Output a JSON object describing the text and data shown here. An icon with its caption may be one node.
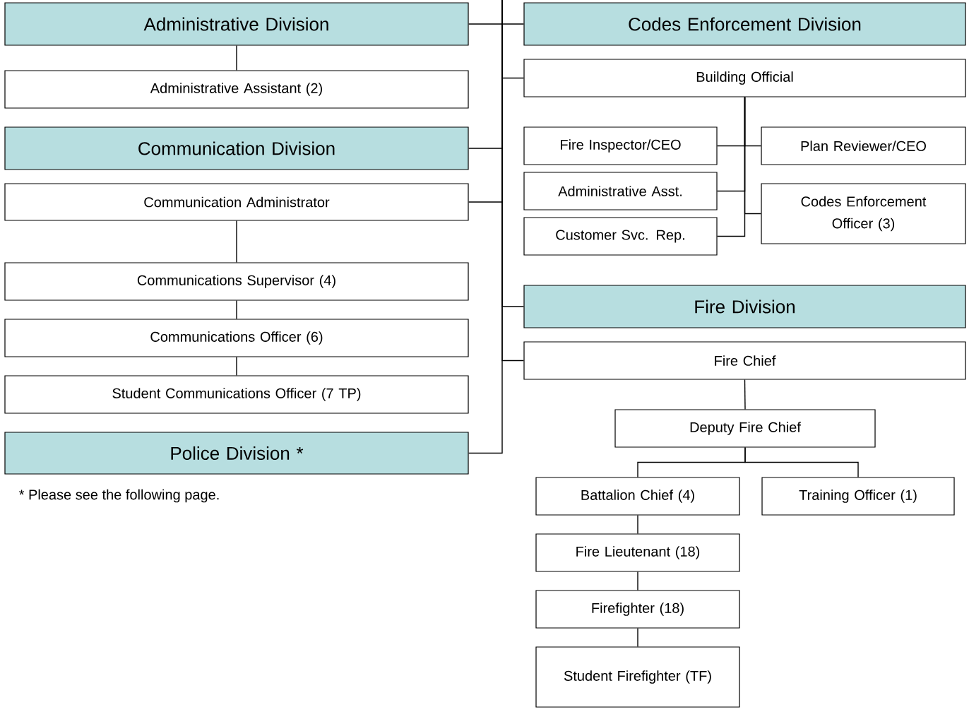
{
  "diagram": {
    "nodes": [
      {
        "text": [
          "Administrative Division"
        ]
      },
      {
        "text": [
          "Administrative Assistant (2)"
        ]
      },
      {
        "text": [
          "Communication Division"
        ]
      },
      {
        "text": [
          "Communication Administrator"
        ]
      },
      {
        "text": [
          "Communications Supervisor (4)"
        ]
      },
      {
        "text": [
          "Communications Officer (6)"
        ]
      },
      {
        "text": [
          "Student Communications Officer (7 TP)"
        ]
      },
      {
        "text": [
          "Police Division *"
        ]
      },
      {
        "text": [
          "Codes Enforcement Division"
        ]
      },
      {
        "text": [
          "Building Official"
        ]
      },
      {
        "text": [
          "Fire Inspector/CEO"
        ]
      },
      {
        "text": [
          "Plan Reviewer/CEO"
        ]
      },
      {
        "text": [
          "Administrative Asst."
        ]
      },
      {
        "text": [
          "Codes Enforcement Officer (3)"
        ]
      },
      {
        "text": [
          "Customer Svc. Rep."
        ]
      },
      {
        "text": [
          "Fire Division"
        ]
      },
      {
        "text": [
          "Fire Chief"
        ]
      },
      {
        "text": [
          "Deputy Fire Chief"
        ]
      },
      {
        "text": [
          "Battalion Chief (4)"
        ]
      },
      {
        "text": [
          "Training Officer (1)"
        ]
      },
      {
        "text": [
          "Fire Lieutenant (18)"
        ]
      },
      {
        "text": [
          "Firefighter (18)"
        ]
      },
      {
        "text": [
          "Student Firefighter (TF)"
        ]
      }
    ],
    "edges": [
      {
        "from": null,
        "to": 0,
        "arrow": "none"
      },
      {
        "from": null,
        "to": 8,
        "arrow": "none"
      },
      {
        "from": null,
        "to": 9,
        "arrow": "none"
      },
      {
        "from": null,
        "to": 2,
        "arrow": "none"
      },
      {
        "from": null,
        "to": 3,
        "arrow": "none"
      },
      {
        "from": null,
        "to": 15,
        "arrow": "none"
      },
      {
        "from": null,
        "to": 16,
        "arrow": "none"
      },
      {
        "from": null,
        "to": 7,
        "arrow": "none"
      },
      {
        "from": 0,
        "to": 1,
        "arrow": "none"
      },
      {
        "from": 3,
        "to": 4,
        "arrow": "none"
      },
      {
        "from": 4,
        "to": 5,
        "arrow": "none"
      },
      {
        "from": 5,
        "to": 6,
        "arrow": "none"
      },
      {
        "from": 9,
        "to": 10,
        "arrow": "none"
      },
      {
        "from": 9,
        "to": 11,
        "arrow": "none"
      },
      {
        "from": 9,
        "to": 12,
        "arrow": "none"
      },
      {
        "from": 9,
        "to": 13,
        "arrow": "none"
      },
      {
        "from": 9,
        "to": 14,
        "arrow": "none"
      },
      {
        "from": 16,
        "to": 17,
        "arrow": "none"
      },
      {
        "from": 17,
        "to": 18,
        "arrow": "none"
      },
      {
        "from": 17,
        "to": 19,
        "arrow": "none"
      },
      {
        "from": 18,
        "to": 20,
        "arrow": "none"
      },
      {
        "from": 20,
        "to": 21,
        "arrow": "none"
      },
      {
        "from": 21,
        "to": 22,
        "arrow": "none"
      }
    ],
    "labels": [
      "* Please see the following page."
    ]
  }
}
